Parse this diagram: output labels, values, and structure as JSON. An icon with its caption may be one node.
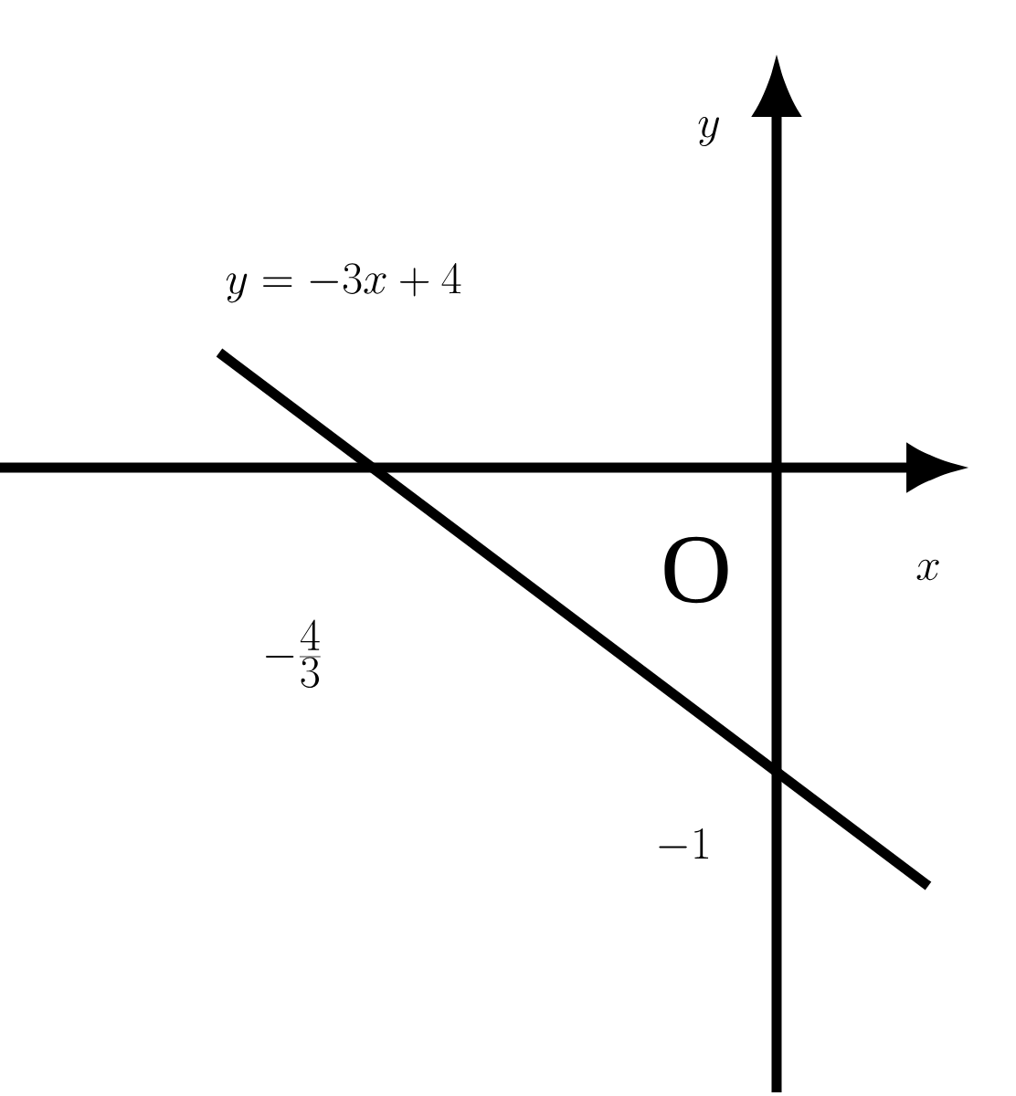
{
  "diagram": {
    "labels": [
      "y",
      "y=-3x+4",
      "\\mathrm{O}",
      "x",
      "-\\frac{4}{3}",
      "-1"
    ]
  }
}
